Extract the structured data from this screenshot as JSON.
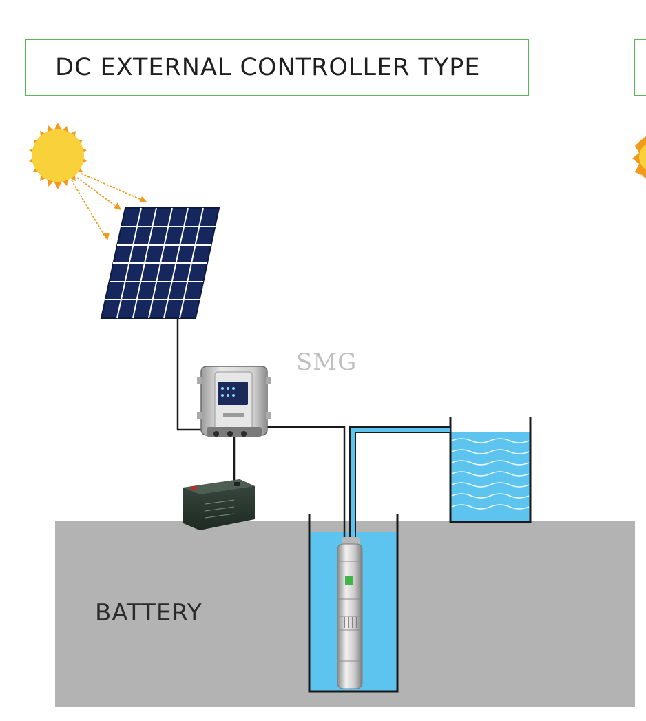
{
  "title": "DC EXTERNAL CONTROLLER TYPE",
  "watermark": "SMG",
  "ground_label": "BATTERY",
  "colors": {
    "frame_border": "#5bb55b",
    "ground": "#b3b3b3",
    "water": "#5cc4ee",
    "sun": "#f9d13a",
    "sun_rays": "#f39a1e",
    "panel": "#15275c",
    "pipe": "#5cc4ee",
    "wire": "#1a1a1a"
  },
  "icons": [
    "sun-icon",
    "solar-panel-icon",
    "controller-box-icon",
    "battery-icon",
    "submersible-pump-icon",
    "water-tank-icon",
    "well-icon"
  ]
}
